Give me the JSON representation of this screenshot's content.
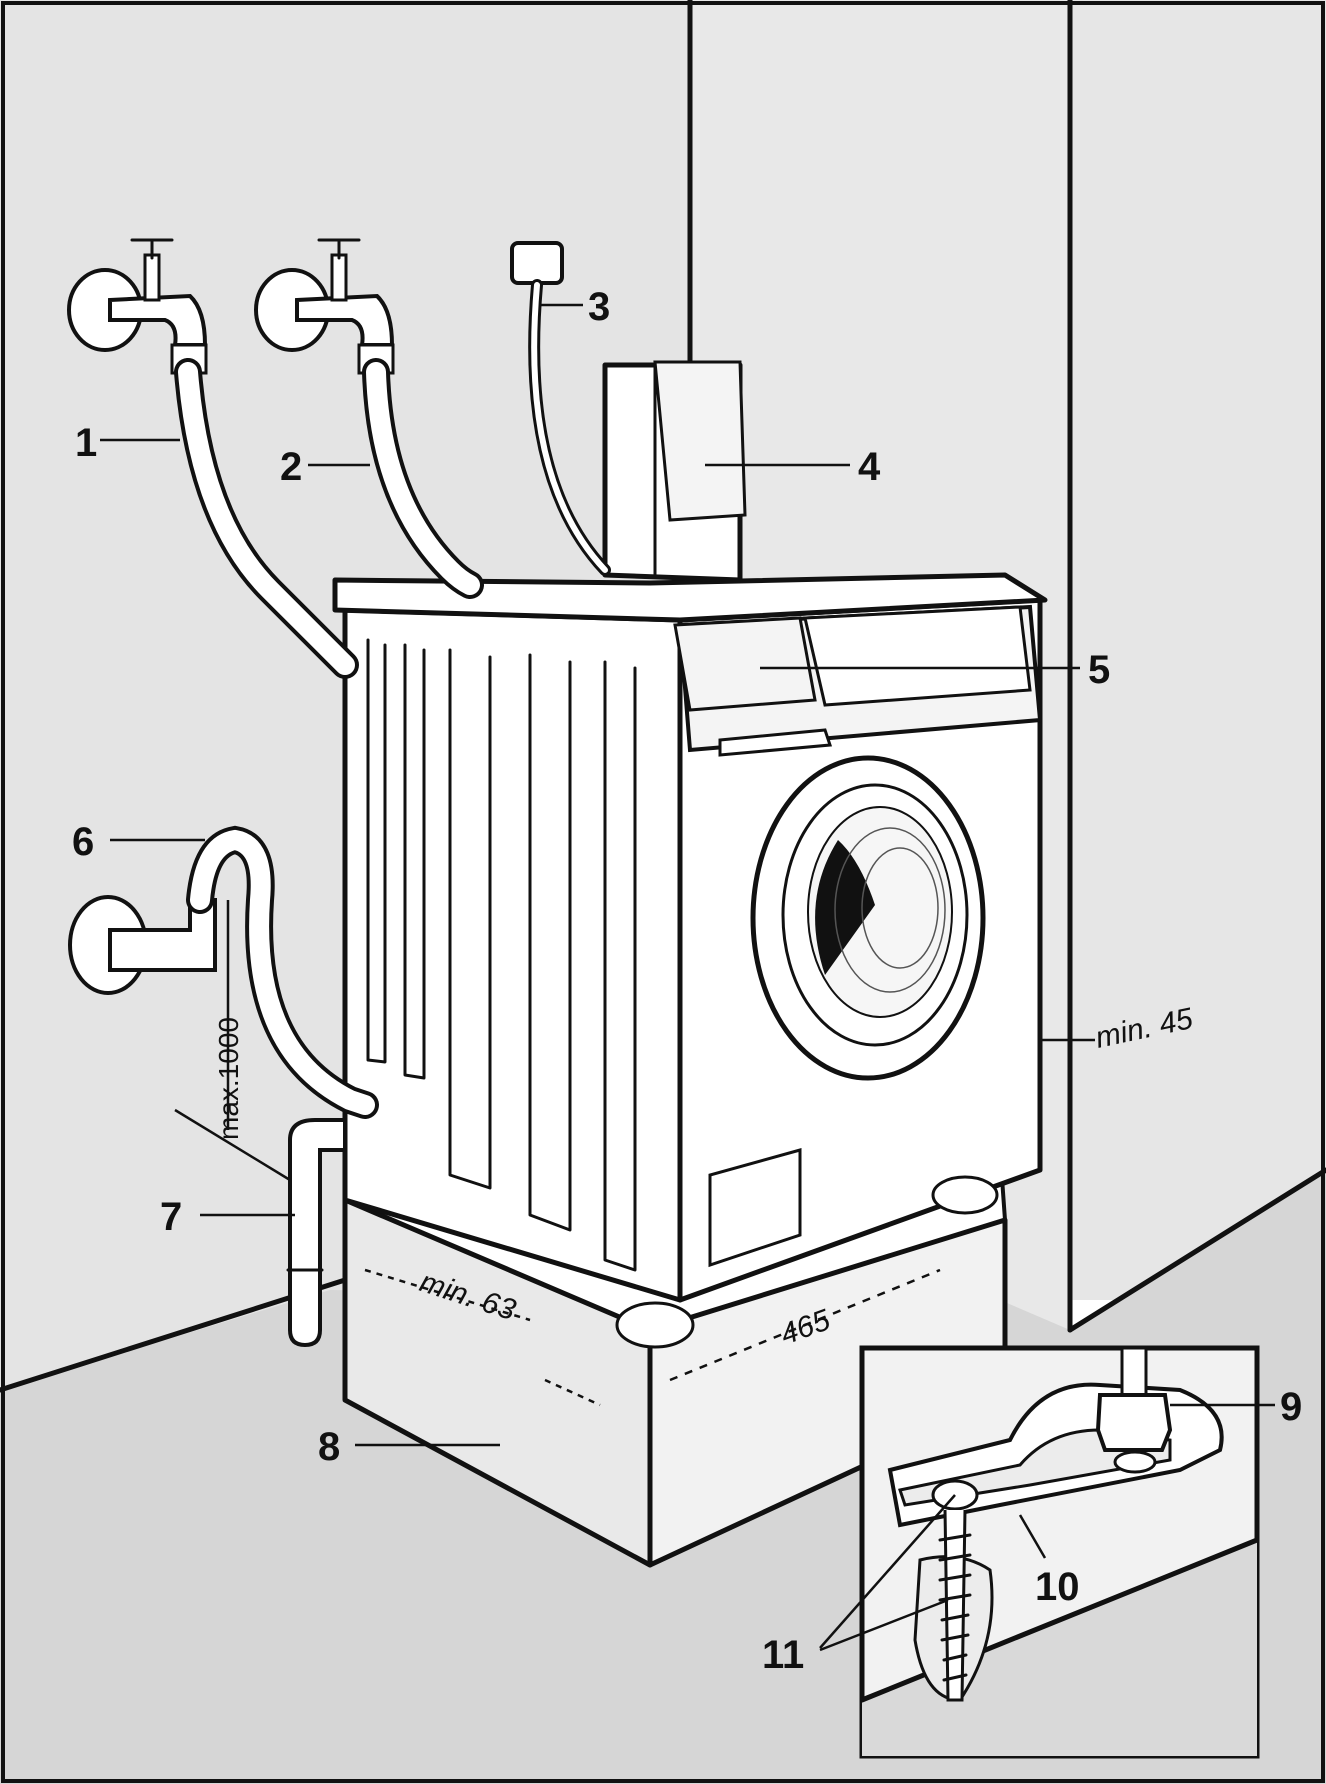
{
  "callouts": {
    "c1": "1",
    "c2": "2",
    "c3": "3",
    "c4": "4",
    "c5": "5",
    "c6": "6",
    "c7": "7",
    "c8": "8",
    "c9": "9",
    "c10": "10",
    "c11": "11"
  },
  "dimensions": {
    "max_drain_height": "max.1000",
    "min_side_clearance": "min. 45",
    "min_plinth_overhang": "min. 63",
    "plinth_depth": "465"
  },
  "colors": {
    "wall": "#e6e6e6",
    "wall_left": "#e2e2e2",
    "floor": "#d9d9d9",
    "appliance": "#ffffff",
    "ink": "#111111"
  }
}
